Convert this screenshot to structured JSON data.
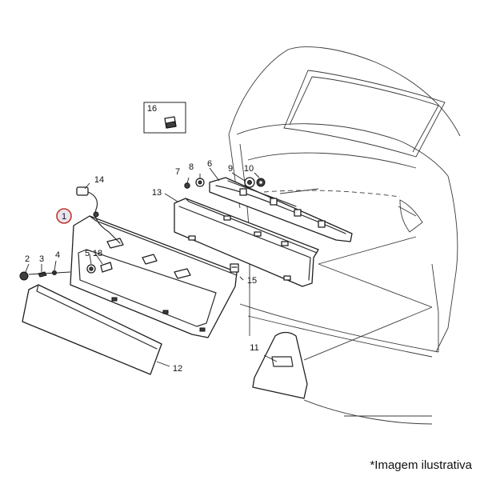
{
  "caption": "*Imagem ilustrativa",
  "highlight_color": "#c0392b",
  "callouts": {
    "c1": "1",
    "c2": "2",
    "c3": "3",
    "c4": "4",
    "c5": "5",
    "c6": "6",
    "c7": "7",
    "c8": "8",
    "c9": "9",
    "c10": "10",
    "c11": "11",
    "c12": "12",
    "c13": "13",
    "c14": "14",
    "c15": "15",
    "c16": "16",
    "c18": "18"
  }
}
